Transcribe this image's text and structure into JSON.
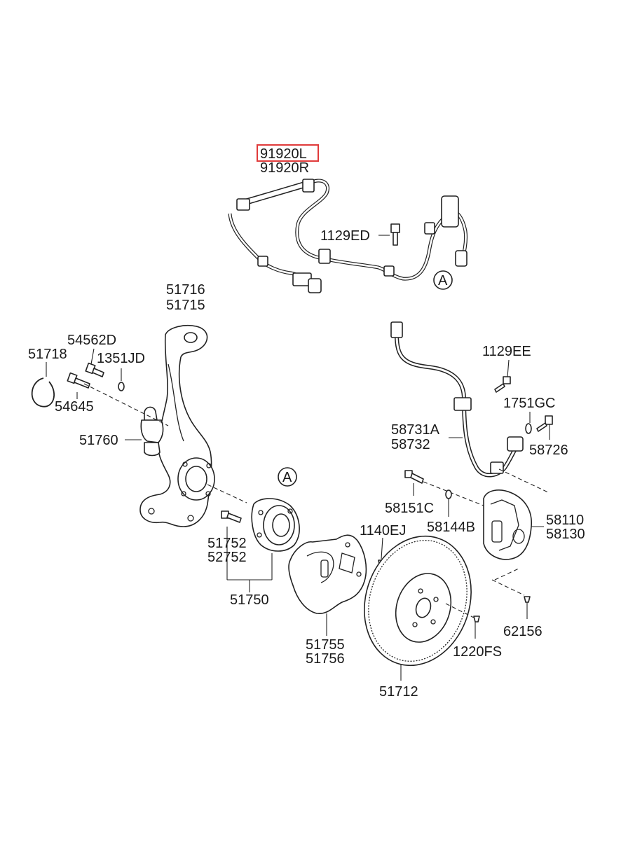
{
  "diagram": {
    "highlight_color": "#e03a3a",
    "labels": {
      "p91920L": "91920L",
      "p91920R": "91920R",
      "p1129ED": "1129ED",
      "calloutA1": "A",
      "p51716": "51716",
      "p51715": "51715",
      "p54562D": "54562D",
      "p1351JD": "1351JD",
      "p51718": "51718",
      "p54645": "54645",
      "p51760": "51760",
      "calloutA2": "A",
      "p51752": "51752",
      "p52752": "52752",
      "p51750": "51750",
      "p1129EE": "1129EE",
      "p1751GC": "1751GC",
      "p58731A": "58731A",
      "p58732": "58732",
      "p58726": "58726",
      "p58151C": "58151C",
      "p58144B": "58144B",
      "p58110": "58110",
      "p58130": "58130",
      "p1140EJ": "1140EJ",
      "p51755": "51755",
      "p51756": "51756",
      "p62156": "62156",
      "p1220FS": "1220FS",
      "p51712": "51712"
    }
  }
}
